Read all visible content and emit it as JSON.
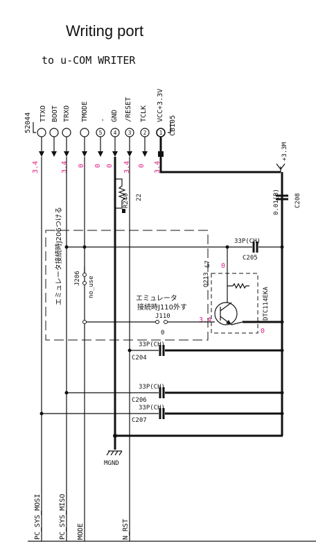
{
  "title": "Writing port",
  "subtitle": "to u-COM WRITER",
  "connector": {
    "ref": "CB105",
    "part": "52044",
    "pins": [
      {
        "num": "1",
        "label": "VCC+3.3V",
        "voltage": "3.4"
      },
      {
        "num": "2",
        "label": "TCLK",
        "voltage": "0"
      },
      {
        "num": "3",
        "label": "/RESET",
        "voltage": "3.4"
      },
      {
        "num": "4",
        "label": "GND",
        "voltage": "0"
      },
      {
        "num": "5",
        "label": "-",
        "voltage": "0"
      },
      {
        "num": "",
        "label": "TMODE",
        "voltage": "0"
      },
      {
        "num": "",
        "label": "TRXO",
        "voltage": "3.4"
      },
      {
        "num": "",
        "label": "BOOT",
        "voltage": ""
      },
      {
        "num": "",
        "label": "TTXO",
        "voltage": "3.4"
      }
    ]
  },
  "rail": {
    "label": "+3.3M"
  },
  "r240": {
    "ref": "R240",
    "value": "22"
  },
  "c208": {
    "ref": "C208",
    "value": "0.01(B)"
  },
  "c205": {
    "ref": "C205",
    "value": "33P(CH)"
  },
  "c204": {
    "ref": "C204",
    "value": "33P(CH)"
  },
  "c206": {
    "ref": "C206",
    "value": "33P(CH)"
  },
  "c207": {
    "ref": "C207",
    "value": "33P(CH)"
  },
  "q213": {
    "ref": "Q213",
    "part": "DTC114EKA",
    "note": "&7",
    "v_base": "0",
    "v_col": "3.4",
    "v_emit": "0"
  },
  "j206": {
    "ref": "J206",
    "note": "no_use",
    "jp": "エミュレータ接続時J206つける"
  },
  "j110": {
    "ref": "J110",
    "jp1": "エミュレータ",
    "jp2": "接続時J110外す",
    "voltage": "0"
  },
  "ground": {
    "label": "MGND"
  },
  "nets": [
    "PC_SYS_MOSI",
    "PC_SYS_MISO",
    "MODE",
    "N_RST"
  ]
}
